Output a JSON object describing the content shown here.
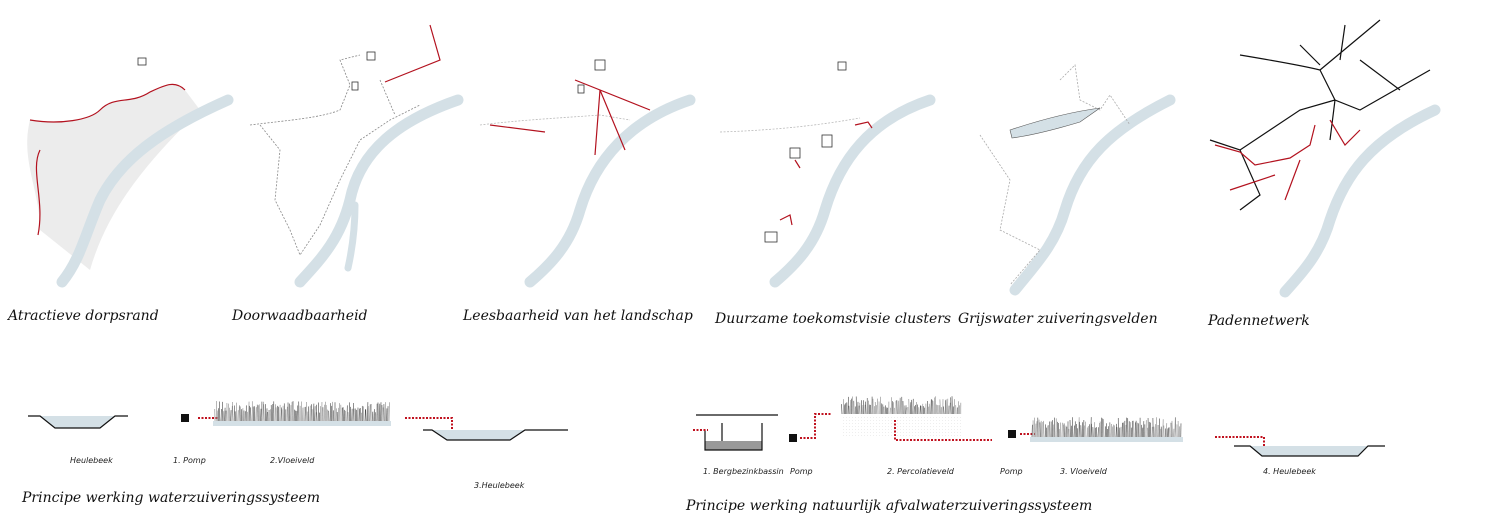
{
  "maps": [
    {
      "caption": "Atractieve dorpsrand"
    },
    {
      "caption": "Doorwaadbaarheid"
    },
    {
      "caption": "Leesbaarheid van het landschap"
    },
    {
      "caption": "Duurzame toekomstvisie clusters"
    },
    {
      "caption": "Grijswater zuiveringsvelden"
    },
    {
      "caption": "Padennetwerk"
    }
  ],
  "system1": {
    "title": "Principe werking waterzuiveringssysteem",
    "labels": [
      "Heulebeek",
      "1. Pomp",
      "2.Vloeiveld",
      "3.Heulebeek"
    ]
  },
  "system2": {
    "title": "Principe werking natuurlijk afvalwaterzuiveringssysteem",
    "labels": [
      "1. Bergbezinkbassin",
      "Pomp",
      "2. Percolatieveld",
      "Pomp",
      "3. Vloeiveld",
      "4. Heulebeek"
    ]
  },
  "colors": {
    "accent": "#c0121f",
    "water": "#d4e0e6",
    "area": "#ececec"
  }
}
